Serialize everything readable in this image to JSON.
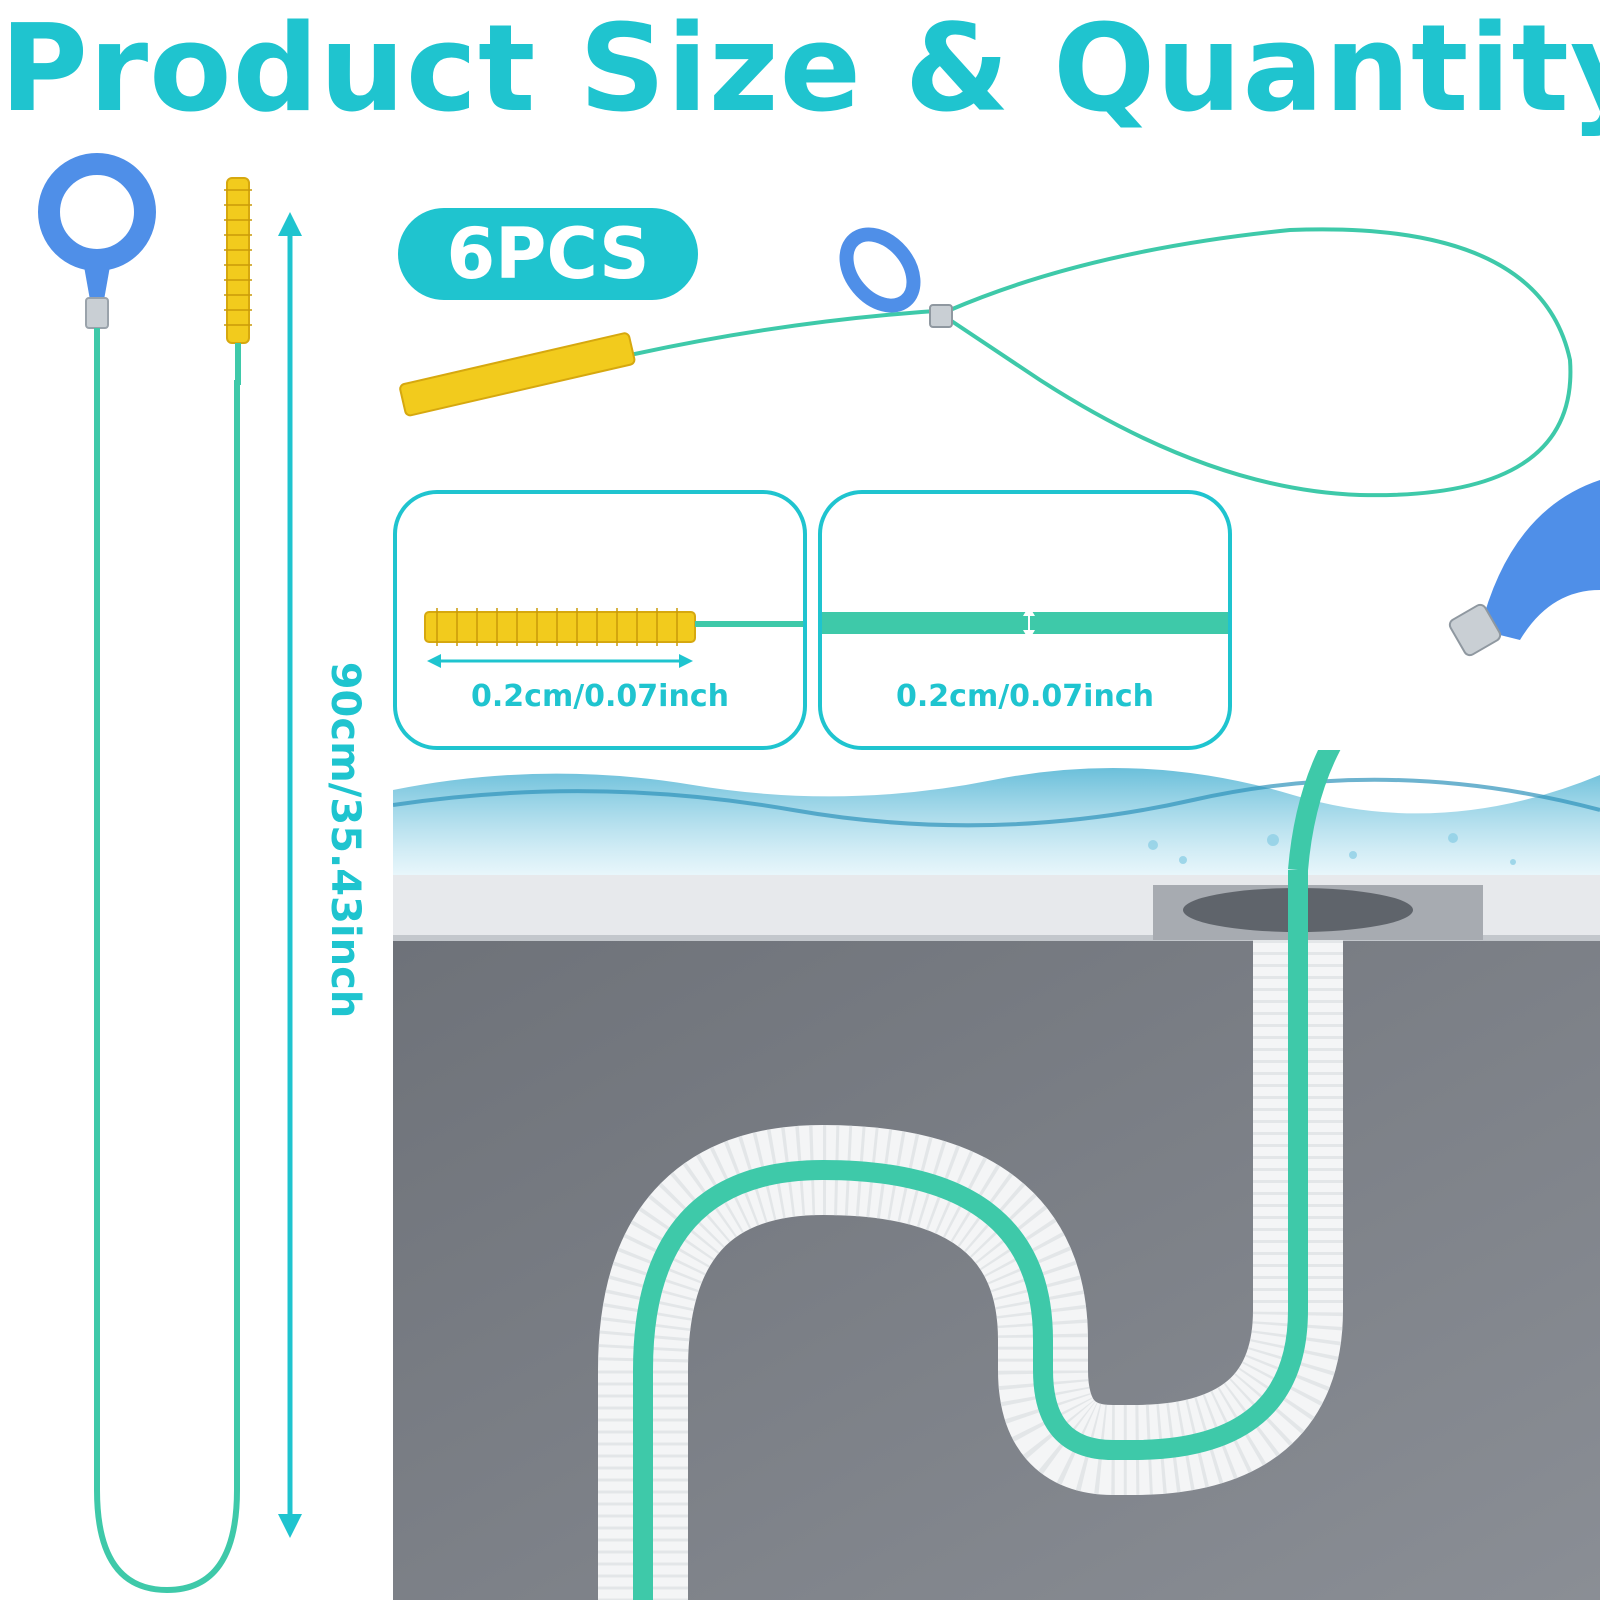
{
  "title": "Product Size & Quantity",
  "quantity_badge": "6PCS",
  "length_label": "90cm/35.43inch",
  "details": [
    {
      "label": "0.2cm/0.07inch"
    },
    {
      "label": "0.2cm/0.07inch"
    }
  ],
  "colors": {
    "accent": "#1fc4cf",
    "wire": "#3ec9a9",
    "handle": "#4f8fe8",
    "brush": "#f2cb1d",
    "floor": "#7b7f86",
    "water": "#5ab8d6"
  }
}
